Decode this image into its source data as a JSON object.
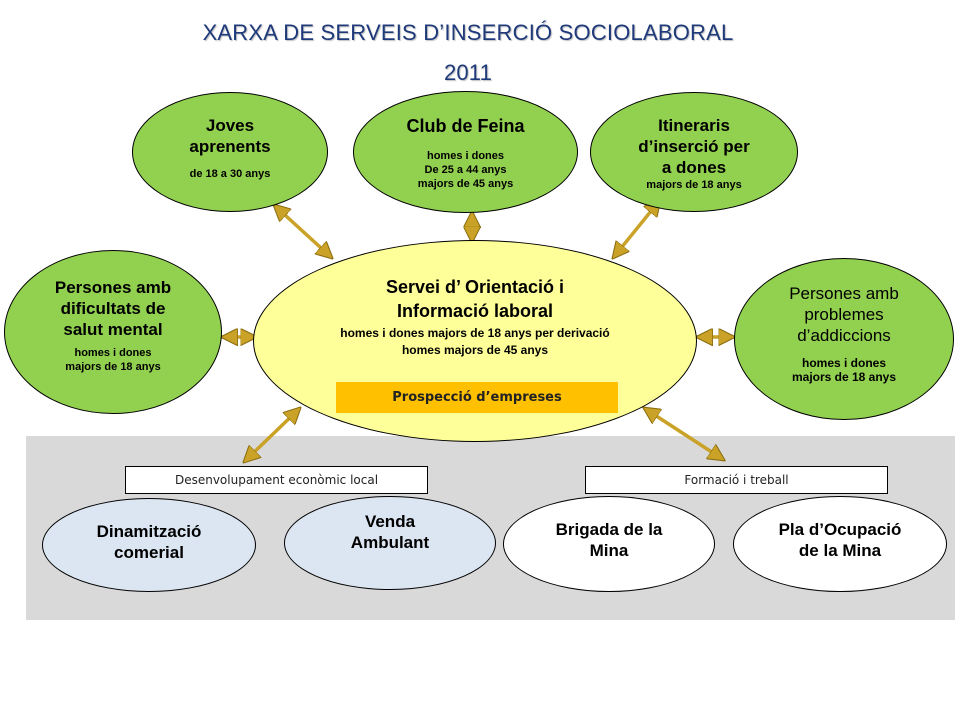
{
  "title": {
    "line1": "XARXA DE SERVEIS D’INSERCIÓ SOCIOLABORAL",
    "line2": "2011"
  },
  "center": {
    "title_line1": "Servei d’ Orientació i",
    "title_line2": "Informació laboral",
    "sub_line1": "homes i dones majors de 18 anys per derivació",
    "sub_line2": "homes majors de 45 anys",
    "box_label": "Prospecció d’empreses"
  },
  "services": {
    "joves": {
      "title_line1": "Joves",
      "title_line2": "aprenents",
      "sub_line1": "de 18 a 30 anys"
    },
    "club": {
      "title_line1": "Club de Feina",
      "sub_line1": "homes i dones",
      "sub_line2": "De 25 a 44 anys",
      "sub_line3": "majors de 45 anys"
    },
    "itineraris": {
      "title_line1": "Itineraris",
      "title_line2": "d’inserció per",
      "title_line3": "a dones",
      "sub_line1": "majors de 18 anys"
    },
    "salut": {
      "title_line1": "Persones amb",
      "title_line2": "dificultats de",
      "title_line3": "salut mental",
      "sub_line1": "homes i dones",
      "sub_line2": "majors de 18 anys"
    },
    "addiccions": {
      "title_line1": "Persones  amb",
      "title_line2": "problemes",
      "title_line3": "d’addiccions",
      "sub_line1": "homes i dones",
      "sub_line2": "majors de 18 anys"
    }
  },
  "bottom": {
    "left_label": "Desenvolupament econòmic local",
    "right_label": "Formació i treball",
    "dinamitzacio": {
      "line1": "Dinamització",
      "line2": "comerial"
    },
    "venda": {
      "line1": "Venda",
      "line2": "Ambulant"
    },
    "brigada": {
      "line1": "Brigada de la",
      "line2": "Mina"
    },
    "pla": {
      "line1": "Pla d’Ocupació",
      "line2": "de la Mina"
    }
  },
  "colors": {
    "green": "#92d050",
    "yellow": "#ffff99",
    "orange": "#ffc000",
    "light_blue": "#dce6f2",
    "panel_gray": "#d9d9d9",
    "arrow": "#c9a227",
    "title": "#1f3a7a"
  }
}
